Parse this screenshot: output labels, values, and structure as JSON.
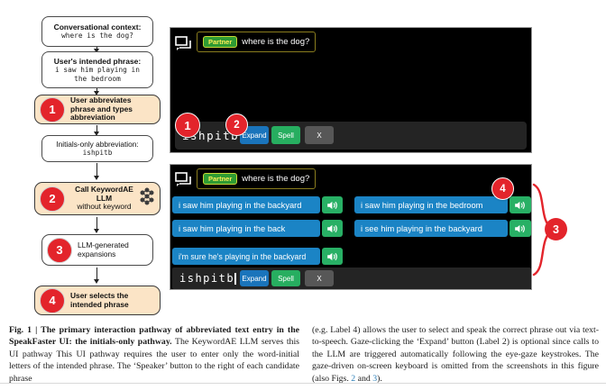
{
  "colors": {
    "annotation_red": "#e3242b",
    "step_box_orange": "#fbe4c6",
    "phrase_blue": "#1b84c5",
    "speaker_green": "#28b065",
    "expand_blue": "#1a74bb",
    "spell_green": "#27ae60",
    "close_gray": "#575757",
    "partner_green": "#2f9b33",
    "partner_text_yellow": "#ffee58",
    "context_border_olive": "#8a7c1e",
    "link_blue": "#2d7fb8"
  },
  "flowchart": {
    "box1": {
      "title": "Conversational context:",
      "value": "where is the dog?"
    },
    "box2": {
      "title": "User's intended phrase:",
      "value_line1": "i saw him playing in",
      "value_line2": "the bedroom"
    },
    "step1": {
      "num": "1",
      "label": "User abbreviates phrase and types abbreviation"
    },
    "box3": {
      "title": "Initials-only abbreviation:",
      "value": "ishpitb"
    },
    "step2": {
      "num": "2",
      "label_bold": "Call KeywordAE LLM",
      "label_rest": "without keyword",
      "icon": "llm-network-icon"
    },
    "box4": {
      "num": "3",
      "label": "LLM-generated expansions"
    },
    "step4": {
      "num": "4",
      "label": "User selects the intended phrase"
    }
  },
  "screen1": {
    "chat_icon": "chat-bubbles-icon",
    "partner_badge": "Partner",
    "context_text": "where is the dog?",
    "input_value": "ishpitb",
    "expand_label": "Expand",
    "spell_label": "Spell",
    "close_label": "X",
    "label1": "1",
    "label2": "2"
  },
  "screen2": {
    "chat_icon": "chat-bubbles-icon",
    "partner_badge": "Partner",
    "context_text": "where is the dog?",
    "phrases": [
      "i saw him playing in the backyard",
      "i saw him playing in the bedroom",
      "i saw him playing in the back",
      "i see him playing in the backyard",
      "i'm sure he's playing in the backyard"
    ],
    "speaker_icon": "speaker-volume-icon",
    "input_value": "ishpitb",
    "expand_label": "Expand",
    "spell_label": "Spell",
    "close_label": "X",
    "label3": "3",
    "label4": "4"
  },
  "caption": {
    "bold_lead": "Fig. 1 | The primary interaction pathway of abbreviated text entry in the SpeakFaster UI: the initials-only pathway.",
    "left_text": " The KeywordAE LLM serves this UI pathway This UI pathway requires the user to enter only the word-initial letters of the intended phrase. The ‘Speaker’ button to the right of each candidate phrase",
    "right_text": "(e.g. Label 4) allows the user to select and speak the correct phrase out via text-to-speech. Gaze-clicking the ‘Expand’ button (Label 2) is optional since calls to the LLM are triggered automatically following the eye-gaze keystrokes. The gaze-driven on-screen keyboard is omitted from the screenshots in this figure (also Figs. ",
    "fig2": "2",
    "sep": " and ",
    "fig3": "3",
    "end": ")."
  }
}
